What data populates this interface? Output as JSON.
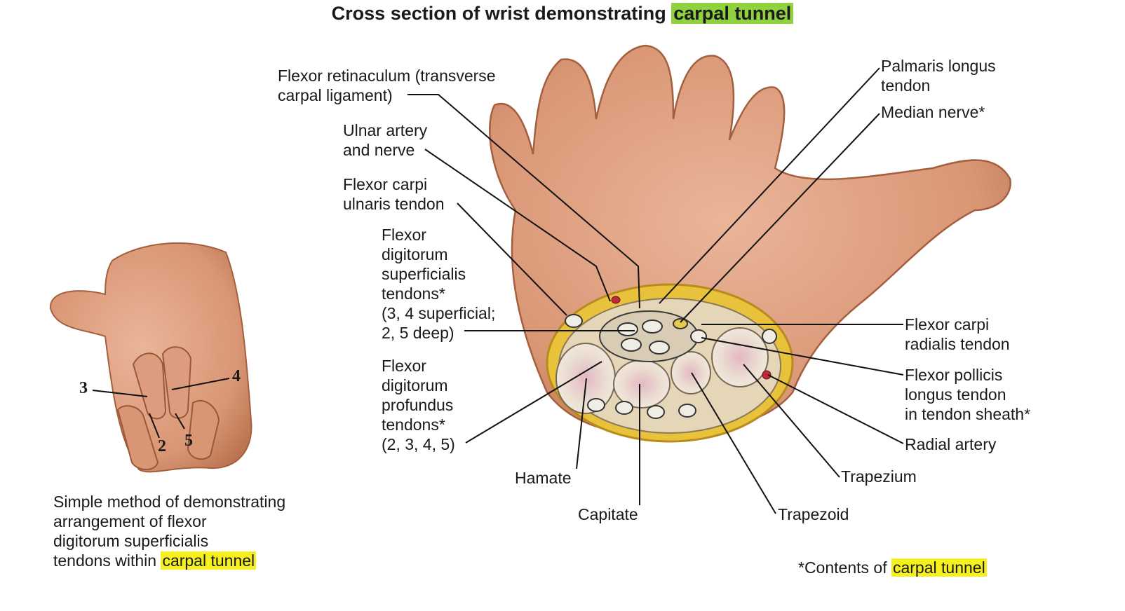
{
  "title": {
    "text": "Cross section of wrist demonstrating",
    "highlight": "carpal tunnel"
  },
  "labels": {
    "flexor_retinaculum": "Flexor retinaculum (transverse\ncarpal ligament)",
    "ulnar_artery_nerve": "Ulnar artery\nand nerve",
    "flexor_carpi_ulnaris": "Flexor carpi\nulnaris tendon",
    "fds_tendons": "Flexor\ndigitorum\nsuperficialis\ntendons*\n(3, 4 superficial;\n2, 5 deep)",
    "fdp_tendons": "Flexor\ndigitorum\nprofundus\ntendons*\n(2, 3, 4, 5)",
    "palmaris_longus": "Palmaris longus\ntendon",
    "median_nerve": "Median nerve*",
    "flexor_carpi_radialis": "Flexor carpi\nradialis tendon",
    "flexor_pollicis_longus": "Flexor pollicis\nlongus tendon\nin tendon sheath*",
    "radial_artery": "Radial artery",
    "trapezium": "Trapezium",
    "hamate": "Hamate",
    "capitate": "Capitate",
    "trapezoid": "Trapezoid"
  },
  "finger_numbers": {
    "n3": "3",
    "n4": "4",
    "n2": "2",
    "n5": "5"
  },
  "caption": {
    "text": "Simple method of demonstrating\narrangement of flexor\ndigitorum superficialis\ntendons within",
    "highlight": "carpal tunnel"
  },
  "footnote": {
    "text": "*Contents of",
    "highlight": "carpal tunnel"
  },
  "colors": {
    "title_highlight": "#8fd13f",
    "text_highlight": "#f5f01e",
    "skin": "#e0a282",
    "fat": "#e8c23a",
    "bone": "#e9e0d0"
  }
}
